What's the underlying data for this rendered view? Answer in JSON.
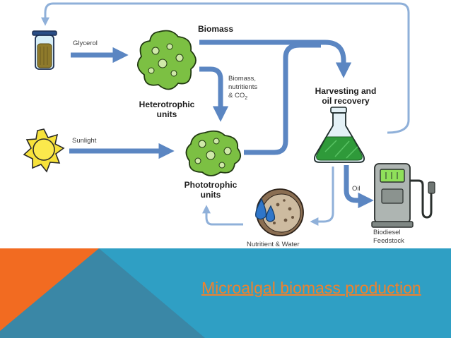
{
  "diagram": {
    "labels": {
      "glycerol": "Glycerol",
      "sunlight": "Sunlight",
      "biomass": "Biomass",
      "biomass_nutrients_line1": "Biomass,",
      "biomass_nutrients_line2": "nutritients",
      "biomass_nutrients_line3": "& CO",
      "co2_subscript": "2",
      "heterotrophic_line1": "Heterotrophic",
      "heterotrophic_line2": "units",
      "phototrophic_line1": "Phototrophic",
      "phototrophic_line2": "units",
      "harvesting_line1": "Harvesting and",
      "harvesting_line2": "oil recovery",
      "oil": "Oil",
      "nutrient_water": "Nutritient & Water",
      "biodiesel_line1": "Biodiesel",
      "biodiesel_line2": "Feedstock"
    },
    "icons": [
      "test-tube-icon",
      "sun-icon",
      "heterotrophic-cell-icon",
      "phototrophic-cell-icon",
      "flask-icon",
      "nutrient-water-icon",
      "fuel-pump-icon"
    ],
    "colors": {
      "arrow": "#5b86c2",
      "arrow_light": "#8fb0d9",
      "cell": "#7cc043",
      "flask": "#2f9a3a",
      "sun": "#f7e23a"
    }
  },
  "banner": {
    "title": "Microalgal biomass production",
    "colors": {
      "orange": "#f26b21",
      "teal": "#2f9fc4",
      "dark_teal": "#3a87a6",
      "title": "#f0812c"
    }
  }
}
